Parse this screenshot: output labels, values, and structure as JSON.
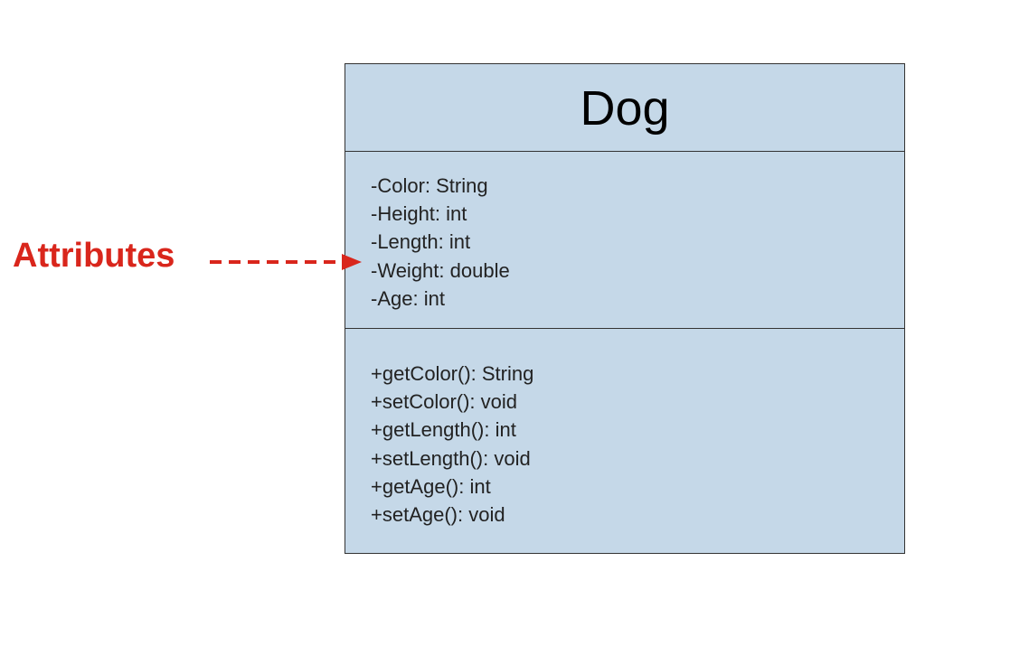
{
  "diagram": {
    "class_name": "Dog",
    "attributes": [
      "-Color: String",
      "-Height: int",
      "-Length: int",
      "-Weight: double",
      "-Age: int"
    ],
    "methods": [
      "+getColor(): String",
      "+setColor(): void",
      "+getLength(): int",
      "+setLength(): void",
      "+getAge(): int",
      "+setAge(): void"
    ]
  },
  "callout": {
    "label": "Attributes",
    "color": "#d9261c"
  },
  "colors": {
    "class_fill": "#c5d8e8",
    "class_border": "#333333"
  }
}
